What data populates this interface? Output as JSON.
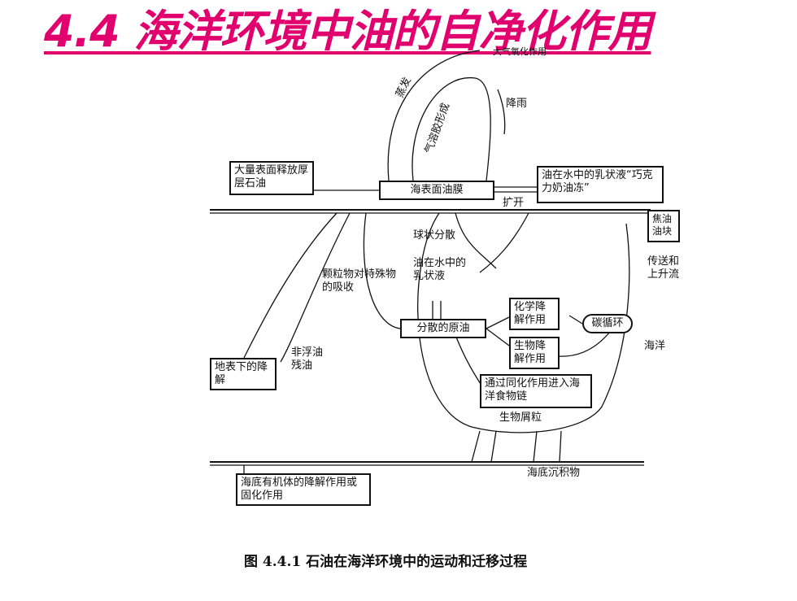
{
  "title": "4.4 海洋环境中油的自净化作用",
  "diagram": {
    "boxes": {
      "surface_release": "大量表面释放厚层石油",
      "surface_slick": "海表面油膜",
      "emulsion": "油在水中的乳状液“巧克力奶油冻”",
      "tar_ball": "焦油油块",
      "dispersed_oil": "分散的原油",
      "chem_degrade": "化学降解作用",
      "carbon_cycle": "碳循环",
      "bio_degrade": "生物降解作用",
      "food_chain": "通过同化作用进入海洋食物链",
      "subsurface_degrade": "地表下的降解",
      "seabed_degrade": "海底有机体的降解作用或固化作用"
    },
    "labels": {
      "evaporation": "蒸发",
      "aerosol": "气溶胶形成",
      "photo_ox": "大气氧化作用",
      "rain": "降雨",
      "spreading": "扩开",
      "spherical": "球状分散",
      "oil_in_water": "油在水中的乳状液",
      "particle_absorb": "颗粒物对特殊物的吸收",
      "transport": "传送和上升流",
      "ocean": "海洋",
      "nonfloating": "非浮油残油",
      "bio_debris": "生物屑粒",
      "sediment": "海底沉积物"
    }
  },
  "caption": "图 4.4.1   石油在海洋环境中的运动和迁移过程"
}
